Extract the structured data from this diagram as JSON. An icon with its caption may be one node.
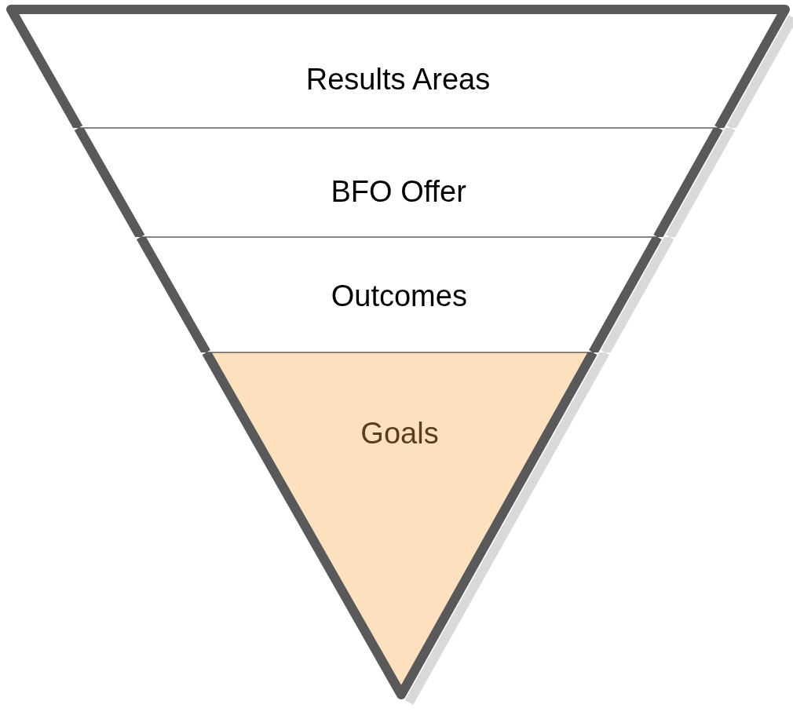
{
  "diagram": {
    "nodes": [
      {
        "text": [
          "Results Areas"
        ]
      },
      {
        "text": [
          "BFO Offer"
        ]
      },
      {
        "text": [
          "Outcomes"
        ]
      },
      {
        "text": [
          "Goals"
        ]
      }
    ]
  }
}
